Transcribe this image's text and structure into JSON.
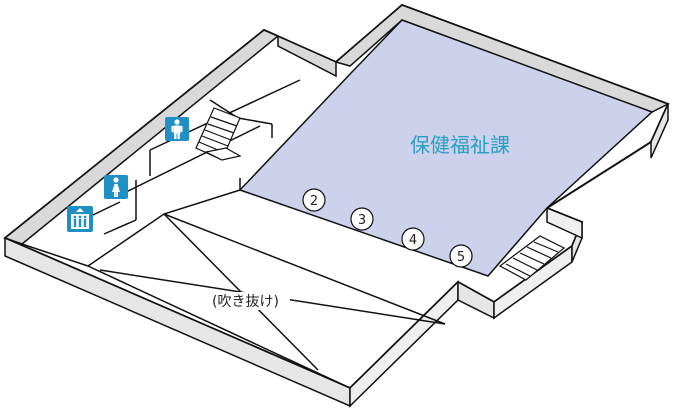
{
  "office": {
    "name": "保健福祉課",
    "color": "#2a9fc4",
    "fill": "#cdd1ec"
  },
  "void_label": "(吹き抜け)",
  "counters": [
    "2",
    "3",
    "4",
    "5"
  ],
  "icons": {
    "restroom_men": "men-restroom-icon",
    "restroom_women": "women-restroom-icon",
    "elevator": "elevator-icon",
    "icon_color": "#1f8fc4"
  }
}
